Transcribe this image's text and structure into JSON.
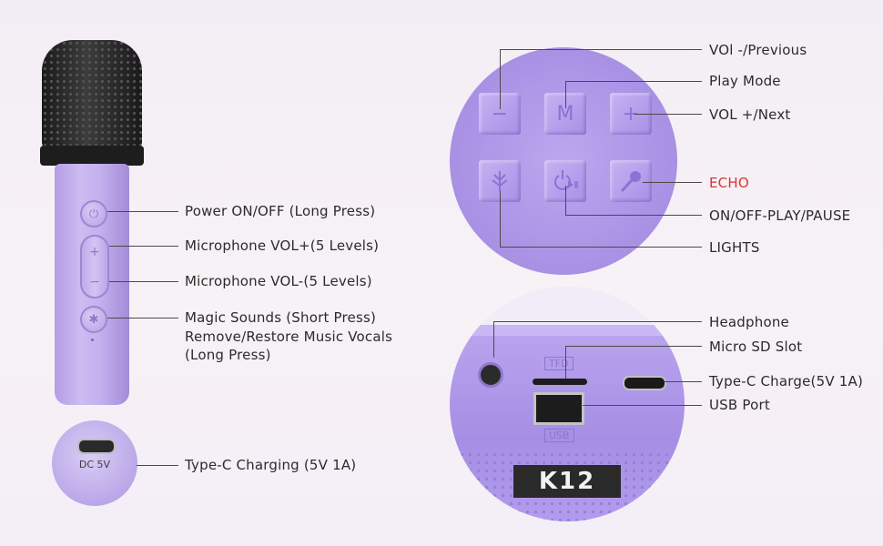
{
  "mic": {
    "labels": {
      "power": "Power ON/OFF (Long Press)",
      "vol_up": "Microphone VOL+(5 Levels)",
      "vol_down": "Microphone VOL-(5 Levels)",
      "magic_1": "Magic Sounds (Short Press)",
      "magic_2": "Remove/Restore Music Vocals",
      "magic_3": "(Long Press)",
      "charging": "Type-C Charging (5V 1A)"
    },
    "base_text": "DC 5V"
  },
  "panel": {
    "labels": {
      "vol_prev": "VOl -/Previous",
      "play_mode": "Play Mode",
      "vol_next": "VOL +/Next",
      "echo": "ECHO",
      "on_off_play": "ON/OFF-PLAY/PAUSE",
      "lights": "LIGHTS"
    },
    "keys": [
      "−",
      "M",
      "+",
      "lights-icon",
      "power-play-icon",
      "microphone-icon"
    ]
  },
  "ports": {
    "labels": {
      "headphone": "Headphone",
      "micro_sd": "Micro SD Slot",
      "type_c": "Type-C Charge(5V 1A)",
      "usb": "USB Port"
    },
    "sd_text": "TFD",
    "usb_text": "USB",
    "logo": "K12"
  },
  "colors": {
    "accent": "#b9a4ec",
    "echo_red": "#d8352f",
    "text": "#2b2b2b"
  }
}
